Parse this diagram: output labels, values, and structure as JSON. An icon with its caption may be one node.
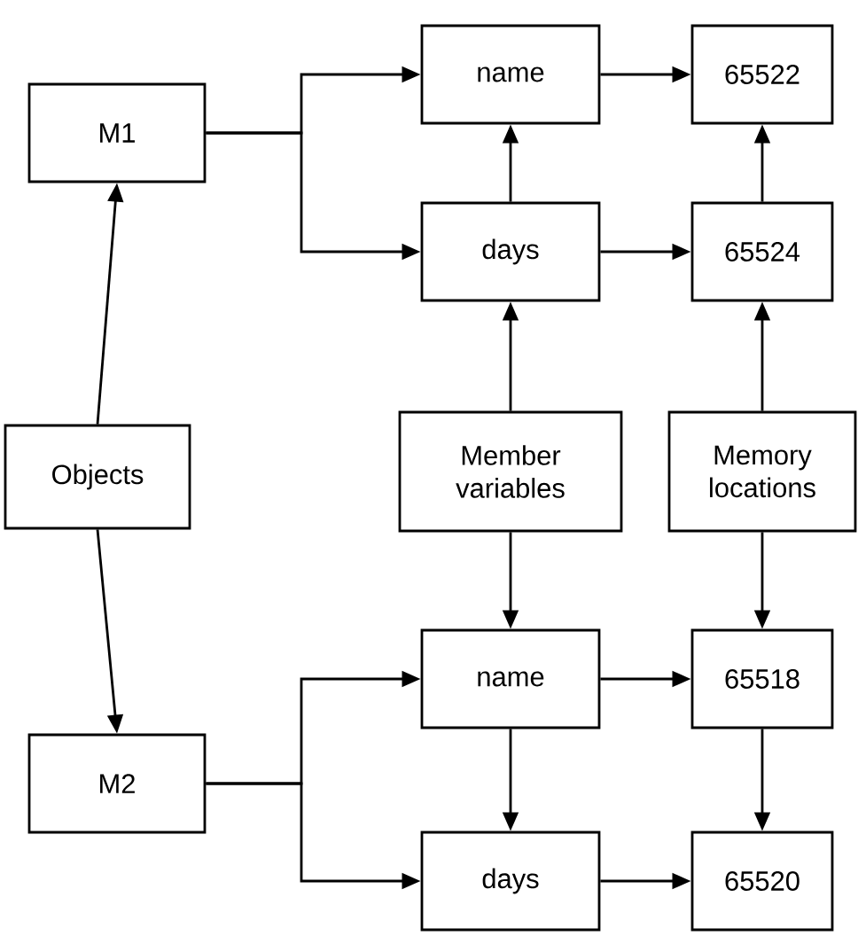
{
  "diagram": {
    "nodes": [
      {
        "text": [
          "M1"
        ]
      },
      {
        "text": [
          "name"
        ]
      },
      {
        "text": [
          "65522"
        ]
      },
      {
        "text": [
          "days"
        ]
      },
      {
        "text": [
          "65524"
        ]
      },
      {
        "text": [
          "Objects"
        ]
      },
      {
        "text": [
          "Member variables"
        ]
      },
      {
        "text": [
          "Memory locations"
        ]
      },
      {
        "text": [
          "name"
        ]
      },
      {
        "text": [
          "65518"
        ]
      },
      {
        "text": [
          "M2"
        ]
      },
      {
        "text": [
          "days"
        ]
      },
      {
        "text": [
          "65520"
        ]
      }
    ],
    "edges": [
      {
        "from": 0,
        "to": 1,
        "arrow": "to"
      },
      {
        "from": 0,
        "to": 3,
        "arrow": "to"
      },
      {
        "from": 1,
        "to": 2,
        "arrow": "to"
      },
      {
        "from": 3,
        "to": 1,
        "arrow": "to"
      },
      {
        "from": 3,
        "to": 4,
        "arrow": "to"
      },
      {
        "from": 4,
        "to": 2,
        "arrow": "to"
      },
      {
        "from": 5,
        "to": 0,
        "arrow": "to"
      },
      {
        "from": 5,
        "to": 10,
        "arrow": "to"
      },
      {
        "from": 6,
        "to": 3,
        "arrow": "to"
      },
      {
        "from": 6,
        "to": 8,
        "arrow": "to"
      },
      {
        "from": 7,
        "to": 4,
        "arrow": "to"
      },
      {
        "from": 7,
        "to": 9,
        "arrow": "to"
      },
      {
        "from": 10,
        "to": 8,
        "arrow": "to"
      },
      {
        "from": 10,
        "to": 11,
        "arrow": "to"
      },
      {
        "from": 8,
        "to": 9,
        "arrow": "to"
      },
      {
        "from": 8,
        "to": 11,
        "arrow": "to"
      },
      {
        "from": 9,
        "to": 12,
        "arrow": "to"
      },
      {
        "from": 11,
        "to": 12,
        "arrow": "to"
      }
    ]
  }
}
